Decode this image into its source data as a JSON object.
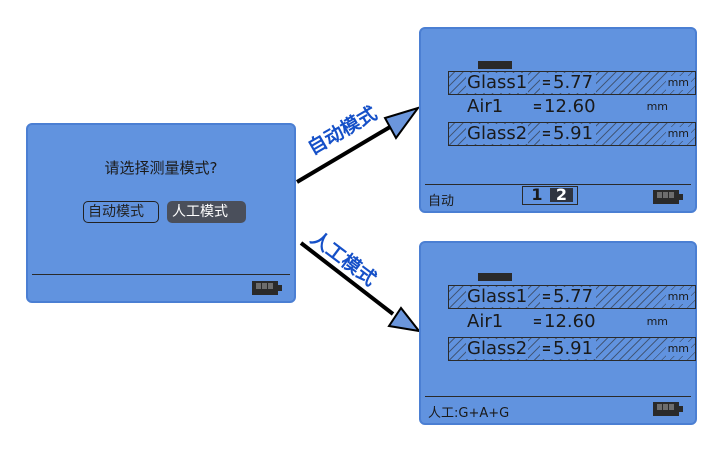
{
  "colors": {
    "screen": "#6193df",
    "arrow_label": "#1550c8",
    "text": "#1a1a1a",
    "selected_bg": "#4a4f5b"
  },
  "mode_dialog": {
    "question": "请选择测量模式?",
    "auto_label": "自动模式",
    "manual_label": "人工模式",
    "selected": "人工模式"
  },
  "auto_screen": {
    "rows": [
      {
        "label": "Glass1",
        "eq": "=",
        "value": "5.77",
        "unit": "mm"
      },
      {
        "label": "Air1",
        "eq": "=",
        "value": "12.60",
        "unit": "mm"
      },
      {
        "label": "Glass2",
        "eq": "=",
        "value": "5.91",
        "unit": "mm"
      }
    ],
    "status": "自动",
    "pages": [
      "1",
      "2"
    ],
    "current_page": "2"
  },
  "manual_screen": {
    "rows": [
      {
        "label": "Glass1",
        "eq": "=",
        "value": "5.77",
        "unit": "mm"
      },
      {
        "label": "Air1",
        "eq": "=",
        "value": "12.60",
        "unit": "mm"
      },
      {
        "label": "Glass2",
        "eq": "=",
        "value": "5.91",
        "unit": "mm"
      }
    ],
    "status": "人工:G+A+G"
  },
  "arrows": {
    "upper_label": "自动模式",
    "lower_label": "人工模式"
  }
}
